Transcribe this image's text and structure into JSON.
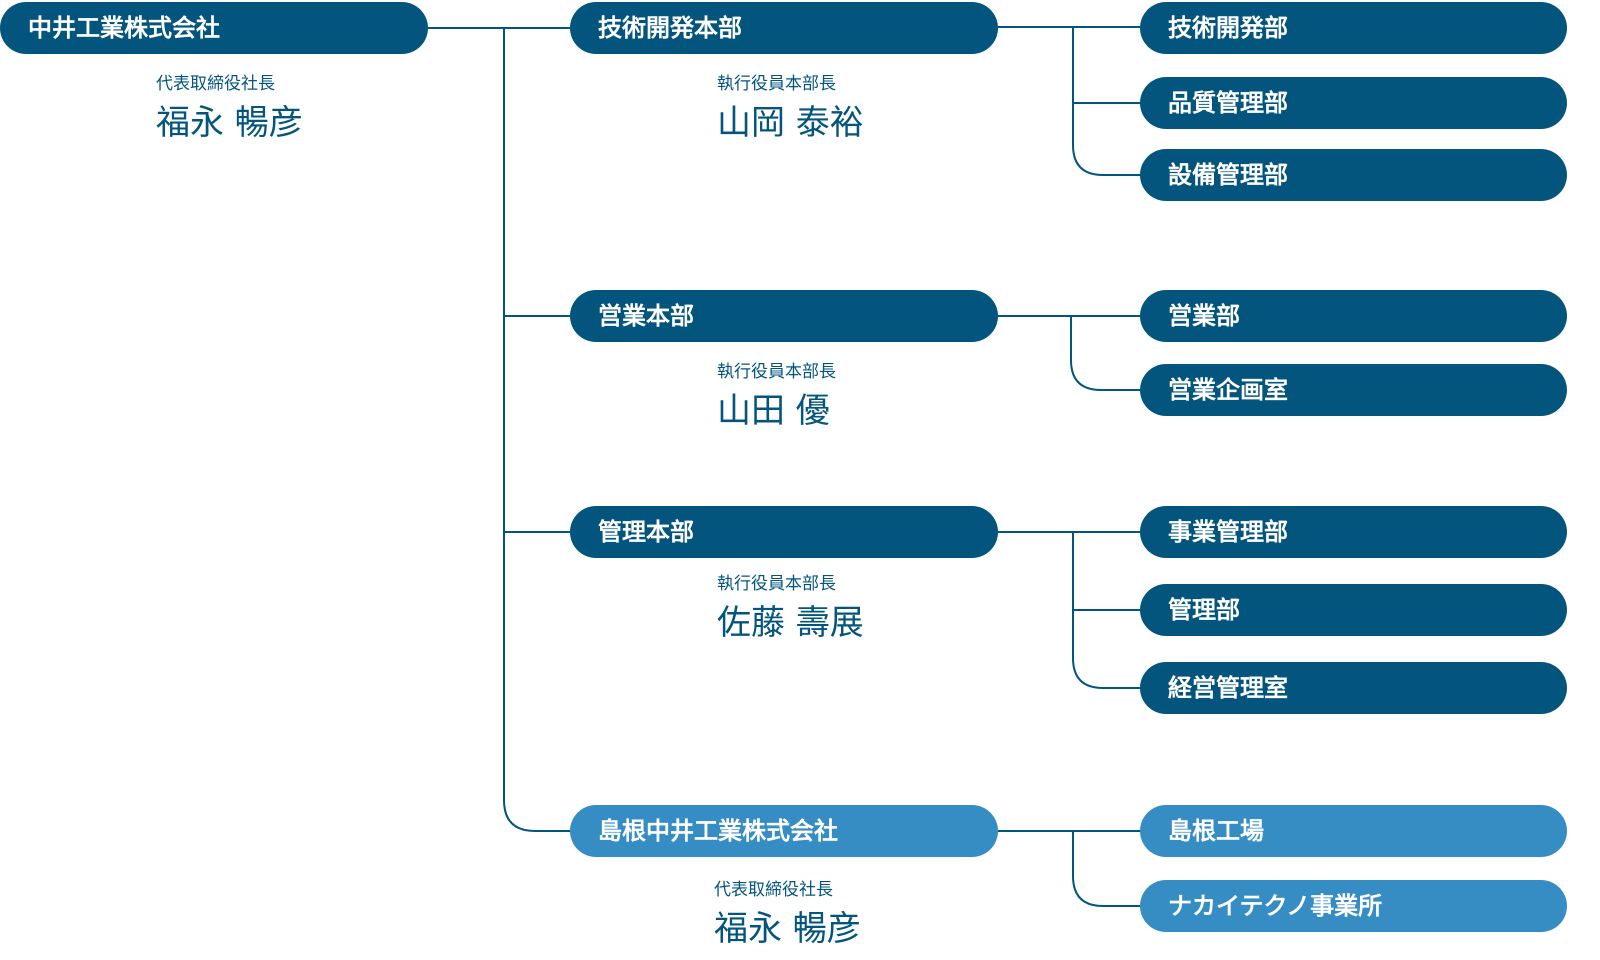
{
  "colors": {
    "primary": "#04557d",
    "secondary": "#368dc4",
    "line": "#04557d"
  },
  "root": {
    "label": "中井工業株式会社",
    "role": "代表取締役社長",
    "name": "福永 暢彦"
  },
  "divisions": [
    {
      "label": "技術開発本部",
      "role": "執行役員本部長",
      "name": "山岡 泰裕",
      "departments": [
        "技術開発部",
        "品質管理部",
        "設備管理部"
      ]
    },
    {
      "label": "営業本部",
      "role": "執行役員本部長",
      "name": "山田 優",
      "departments": [
        "営業部",
        "営業企画室"
      ]
    },
    {
      "label": "管理本部",
      "role": "執行役員本部長",
      "name": "佐藤 壽展",
      "departments": [
        "事業管理部",
        "管理部",
        "経営管理室"
      ]
    },
    {
      "label": "島根中井工業株式会社",
      "role": "代表取締役社長",
      "name": "福永 暢彦",
      "departments": [
        "島根工場",
        "ナカイテクノ事業所"
      ]
    }
  ]
}
